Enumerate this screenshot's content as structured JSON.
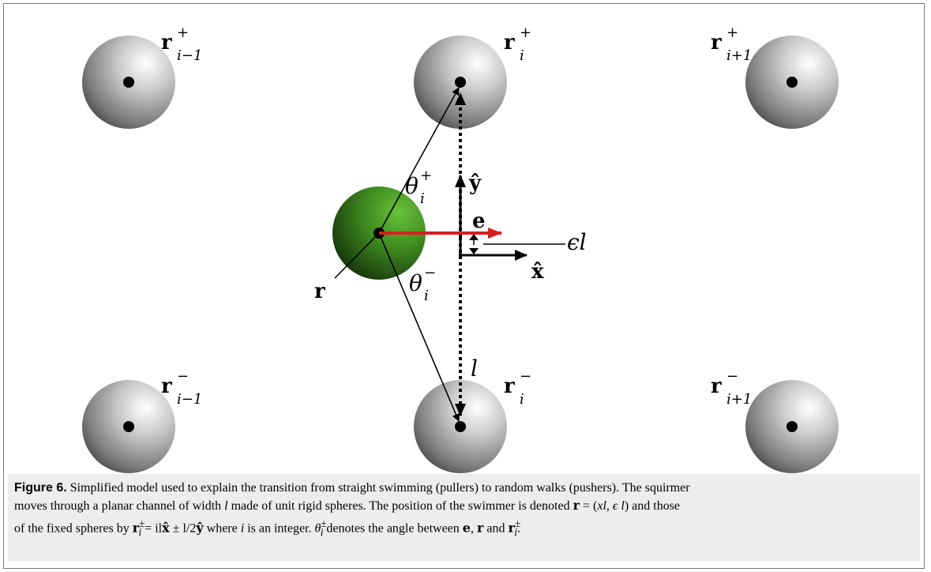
{
  "diagram": {
    "sphere_labels": {
      "r_im1_plus": {
        "base": "r",
        "sup": "+",
        "sub": "i−1"
      },
      "r_i_plus": {
        "base": "r",
        "sup": "+",
        "sub": "i"
      },
      "r_ip1_plus": {
        "base": "r",
        "sup": "+",
        "sub": "i+1"
      },
      "r_im1_minus": {
        "base": "r",
        "sup": "−",
        "sub": "i−1"
      },
      "r_i_minus": {
        "base": "r",
        "sup": "−",
        "sub": "i"
      },
      "r_ip1_minus": {
        "base": "r",
        "sup": "−",
        "sub": "i+1"
      }
    },
    "theta_plus": {
      "base": "θ",
      "sup": "+",
      "sub": "i"
    },
    "theta_minus": {
      "base": "θ",
      "sup": "−",
      "sub": "i"
    },
    "swimmer_position": "r",
    "orientation": "e",
    "y_unit": "ŷ",
    "x_unit": "x̂",
    "offset": "ϵl",
    "width": "l",
    "colors": {
      "swimmer": "#3f8a1f",
      "arrow_e": "#d42020",
      "sphere": "#9a9a9a"
    }
  },
  "caption": {
    "figure_label": "Figure 6.",
    "line1": "Simplified model used to explain the transition from straight swimming (pullers) to random walks (pushers). The squirmer",
    "line2_a": "moves through a planar channel of width ",
    "line2_l": "l",
    "line2_b": " made of unit rigid spheres. The position of the swimmer is denoted ",
    "line2_r": "r",
    "line2_eq": " = (",
    "line2_xl": "xl",
    "line2_sep": ", ",
    "line2_el": "ϵ l",
    "line2_c": ") and those",
    "line3_a": "of the fixed spheres by ",
    "line3_r": "r",
    "line3_sup": "±",
    "line3_sub": "i",
    "line3_eq": " = il",
    "line3_x": "x̂",
    "line3_pm": " ± l/2",
    "line3_y": "ŷ",
    "line3_b": " where ",
    "line3_i": "i",
    "line3_c": " is an integer. ",
    "line3_theta": "θ",
    "line3_theta_sup": "±",
    "line3_theta_sub": "i",
    "line3_d": " denotes the angle between ",
    "line3_e": "e",
    "line3_comma": ", ",
    "line3_r2": "r",
    "line3_and": " and ",
    "line3_r3": "r",
    "line3_r3_sup": "±",
    "line3_r3_sub": "i",
    "line3_end": "."
  }
}
